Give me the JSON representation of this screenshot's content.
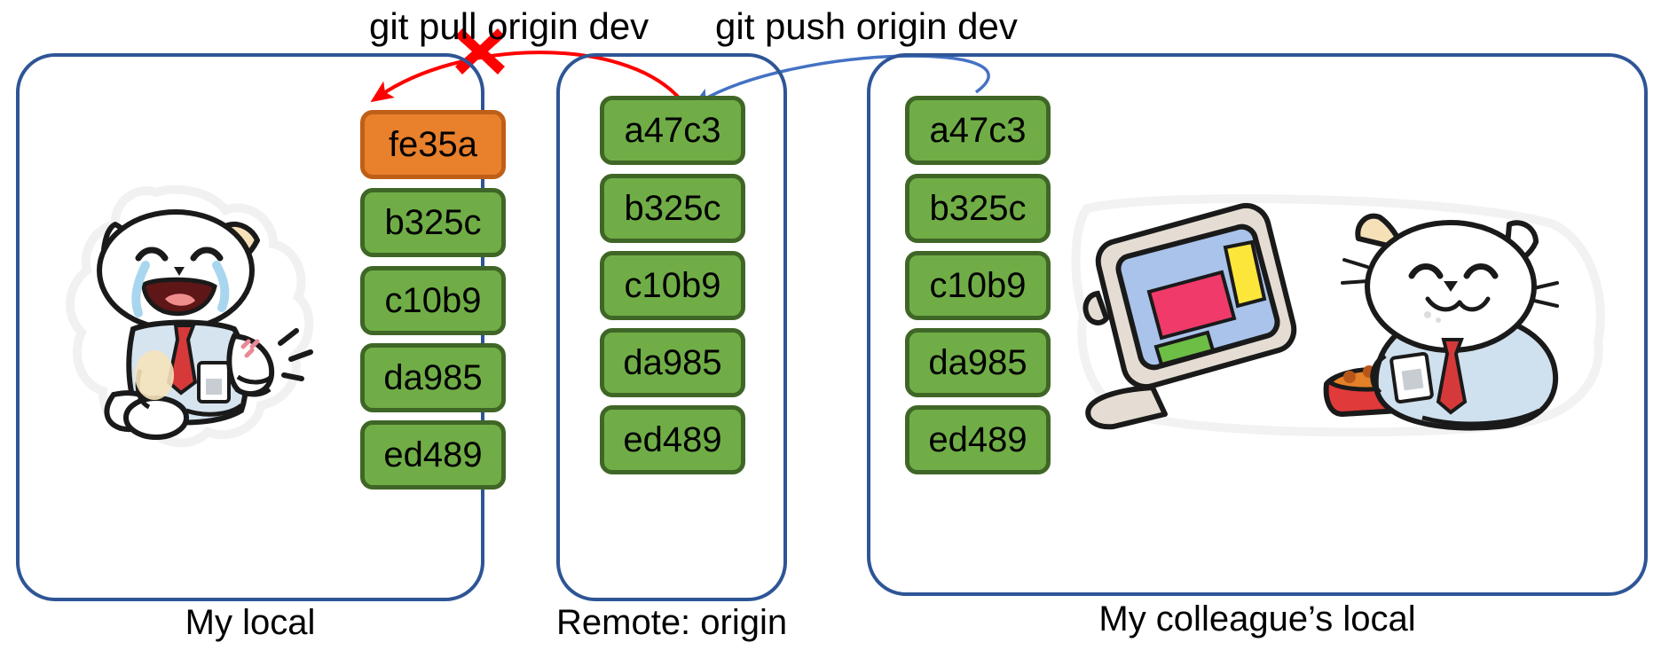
{
  "title": "Git pull/push conflict diagram",
  "colors": {
    "panel_border": "#2e5596",
    "commit_green_fill": "#70ad47",
    "commit_green_border": "#3f6626",
    "commit_orange_fill": "#e8802c",
    "commit_orange_border": "#bf5f17",
    "pull_arrow": "#ff0000",
    "push_arrow": "#4472c4",
    "blocked_mark": "#ff0000"
  },
  "commands": {
    "pull": "git pull origin dev",
    "push": "git push origin dev"
  },
  "panels": [
    {
      "id": "my-local",
      "caption": "My local",
      "illustration": "crying-cat-sticker",
      "commits": [
        {
          "id": "fe35a",
          "color": "orange"
        },
        {
          "id": "b325c",
          "color": "green"
        },
        {
          "id": "c10b9",
          "color": "green"
        },
        {
          "id": "da985",
          "color": "green"
        },
        {
          "id": "ed489",
          "color": "green"
        }
      ]
    },
    {
      "id": "remote-origin",
      "caption": "Remote: origin",
      "illustration": "none",
      "commits": [
        {
          "id": "a47c3",
          "color": "green"
        },
        {
          "id": "b325c",
          "color": "green"
        },
        {
          "id": "c10b9",
          "color": "green"
        },
        {
          "id": "da985",
          "color": "green"
        },
        {
          "id": "ed489",
          "color": "green"
        }
      ]
    },
    {
      "id": "colleague-local",
      "caption": "My colleague’s local",
      "illustration": "happy-cat-at-monitor-sticker",
      "commits": [
        {
          "id": "a47c3",
          "color": "green"
        },
        {
          "id": "b325c",
          "color": "green"
        },
        {
          "id": "c10b9",
          "color": "green"
        },
        {
          "id": "da985",
          "color": "green"
        },
        {
          "id": "ed489",
          "color": "green"
        }
      ]
    }
  ],
  "annotations": {
    "blocked_symbol": "✖",
    "blocked_meaning": "pull blocked / rejected"
  }
}
